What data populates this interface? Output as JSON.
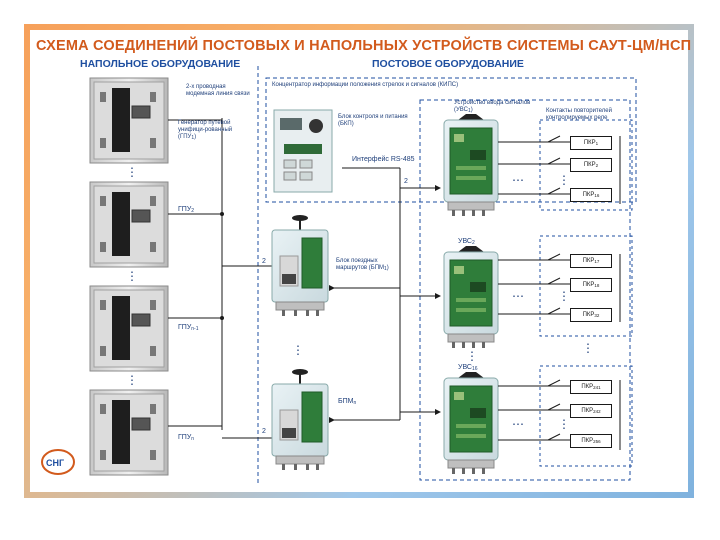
{
  "title": "СХЕМА СОЕДИНЕНИЙ ПОСТОВЫХ И НАПОЛЬНЫХ УСТРОЙСТВ СИСТЕМЫ САУТ-ЦМ/НСП",
  "sections": {
    "field": "НАПОЛЬНОЕ ОБОРУДОВАНИЕ",
    "post": "ПОСТОВОЕ ОБОРУДОВАНИЕ"
  },
  "labels": {
    "comm_line": "2-х проводная модемная линия связи",
    "generator": "Генератор путевой унифици-рованный",
    "gpu1_base": "ГПУ",
    "gpu1_sub": "1",
    "gpu2_base": "ГПУ",
    "gpu2_sub": "2",
    "gpun1_base": "ГПУ",
    "gpun1_sub": "n-1",
    "gpun_base": "ГПУ",
    "gpun_sub": "n",
    "concentrator": "Концентратор информации положения стрелок и сигналов (КИПС)",
    "bkp_name": "Блок контроля и питания (БКП)",
    "interface": "Интерфейс RS-485",
    "ubs_title_base": "Устройство ввода сигналов (УВС",
    "ubs1_sub": "1",
    "ubs2_base": "УВС",
    "ubs2_sub": "2",
    "ubs16_base": "УВС",
    "ubs16_sub": "16",
    "relay_contacts": "Контакты повторителей контролируемых реле",
    "bpm_name": "Блок поездных маршрутов (БПМ",
    "bpm1_sub": "1",
    "bpmn_base": "БПМ",
    "bpmn_sub": "n",
    "wire_count_1": "2",
    "wire_count_2": "2",
    "wire_count_3": "2"
  },
  "relays": [
    {
      "base": "ПКР",
      "sub": "1"
    },
    {
      "base": "ПКР",
      "sub": "2"
    },
    {
      "base": "ПКР",
      "sub": "16"
    },
    {
      "base": "ПКР",
      "sub": "17"
    },
    {
      "base": "ПКР",
      "sub": "18"
    },
    {
      "base": "ПКР",
      "sub": "32"
    },
    {
      "base": "ПКР",
      "sub": "241"
    },
    {
      "base": "ПКР",
      "sub": "242"
    },
    {
      "base": "ПКР",
      "sub": "256"
    }
  ],
  "logo_text": "СНГ",
  "colors": {
    "title": "#d25a1c",
    "section": "#1f4fa0",
    "frame_orange": "#f6a05a",
    "frame_blue": "#7fb2de",
    "lines": "#1a1a1a",
    "board": "#2f7d3a"
  }
}
